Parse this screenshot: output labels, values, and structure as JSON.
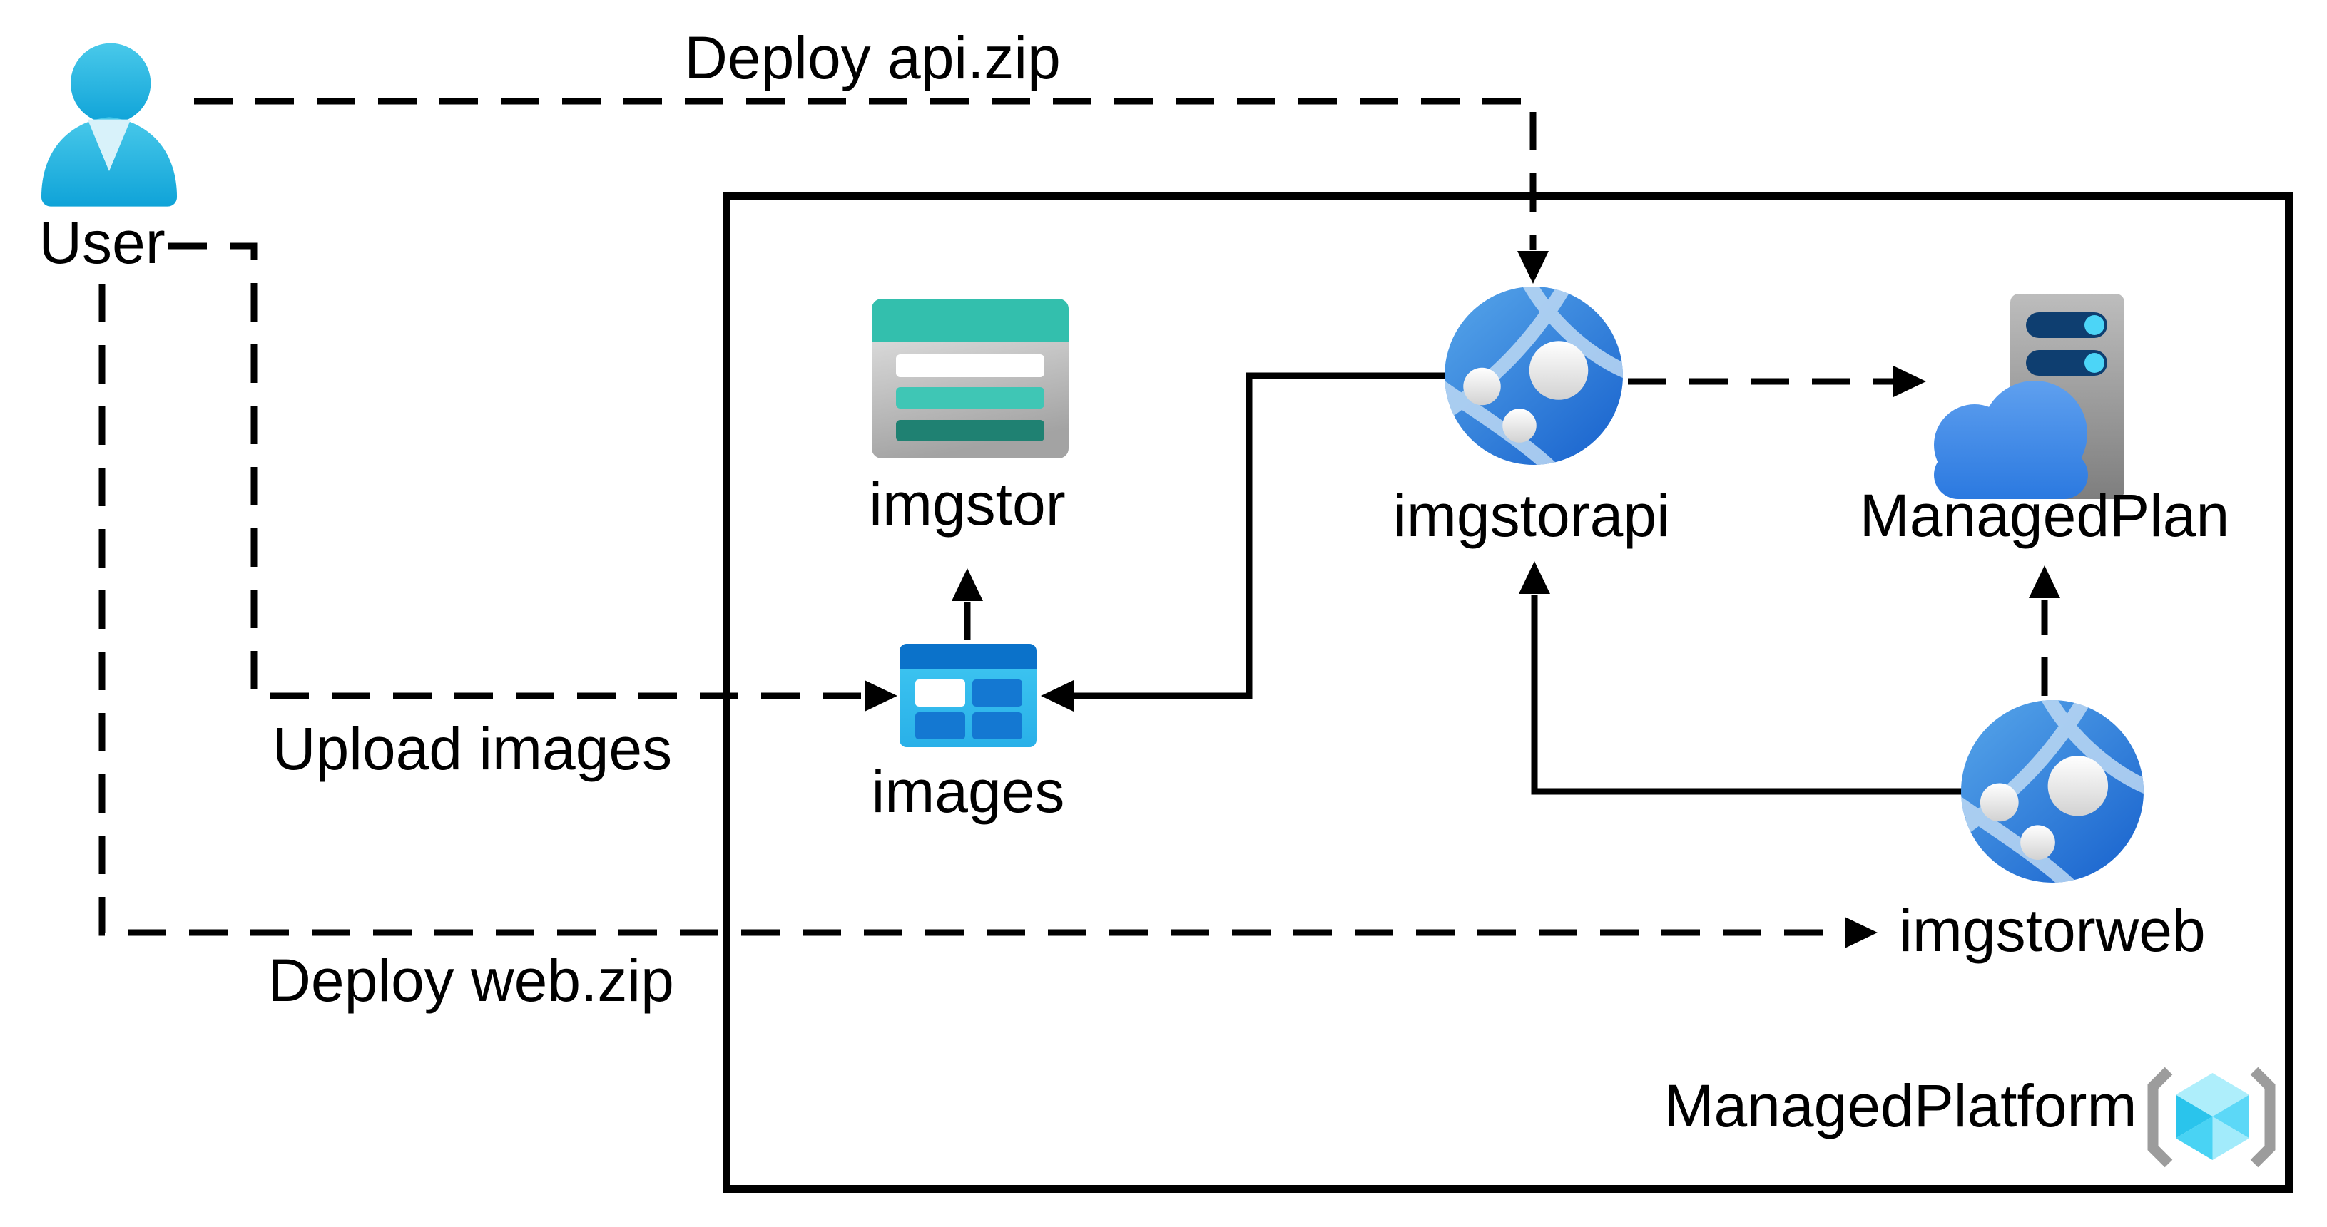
{
  "boundary": {
    "label": "ManagedPlatform"
  },
  "nodes": {
    "user": {
      "label": "User",
      "type": "person"
    },
    "imgstor": {
      "label": "imgstor",
      "type": "storage-account"
    },
    "images": {
      "label": "images",
      "type": "blob-container"
    },
    "imgstorapi": {
      "label": "imgstorapi",
      "type": "app-service"
    },
    "managedplan": {
      "label": "ManagedPlan",
      "type": "app-service-plan"
    },
    "imgstorweb": {
      "label": "imgstorweb",
      "type": "app-service"
    }
  },
  "edges": [
    {
      "id": "deploy-api",
      "label": "Deploy api.zip",
      "from": "user",
      "to": "imgstorapi",
      "style": "dashed",
      "arrow": "end"
    },
    {
      "id": "upload-images",
      "label": "Upload images",
      "from": "user",
      "to": "images",
      "style": "dashed",
      "arrow": "end"
    },
    {
      "id": "deploy-web",
      "label": "Deploy web.zip",
      "from": "user",
      "to": "imgstorweb",
      "style": "dashed",
      "arrow": "end"
    },
    {
      "id": "images-to-imgstor",
      "label": "",
      "from": "images",
      "to": "imgstor",
      "style": "dashed",
      "arrow": "end"
    },
    {
      "id": "imgstorapi-to-managedplan",
      "label": "",
      "from": "imgstorapi",
      "to": "managedplan",
      "style": "dashed",
      "arrow": "end"
    },
    {
      "id": "imgstorweb-to-managedplan",
      "label": "",
      "from": "imgstorweb",
      "to": "managedplan",
      "style": "dashed",
      "arrow": "end"
    },
    {
      "id": "imgstorapi-to-images",
      "label": "",
      "from": "imgstorapi",
      "to": "images",
      "style": "solid",
      "arrow": "end"
    },
    {
      "id": "imgstorweb-to-imgstorapi",
      "label": "",
      "from": "imgstorweb",
      "to": "imgstorapi",
      "style": "solid",
      "arrow": "end"
    }
  ],
  "colors": {
    "line": "#000000",
    "person_top": "#45c6e8",
    "person_bottom": "#0fa3d8",
    "person_collar": "#d8f2fa",
    "storage_teal": "#33bfad",
    "storage_teal_mid": "#3fc6b5",
    "storage_teal_dark": "#1f8172",
    "storage_body_light": "#e8e8e8",
    "storage_body_dark": "#a8a8a8",
    "container_header": "#0b72ca",
    "container_body": "#38c1ef",
    "container_tile": "#1478d2",
    "globe_light": "#4f9fe8",
    "globe_dark": "#1a64ce",
    "globe_arc": "#bcd9f4",
    "server_gray_light": "#bdbdbd",
    "server_gray_dark": "#7e7e7e",
    "server_slot": "#0e3e70",
    "server_dot": "#4cd5f7",
    "cloud_light": "#5fa0ef",
    "cloud_dark": "#2b79e0",
    "cube_top": "#aeeefb",
    "cube_left": "#2ac4ec",
    "cube_right": "#5cd8f7",
    "bracket_gray": "#9c9c9c"
  }
}
